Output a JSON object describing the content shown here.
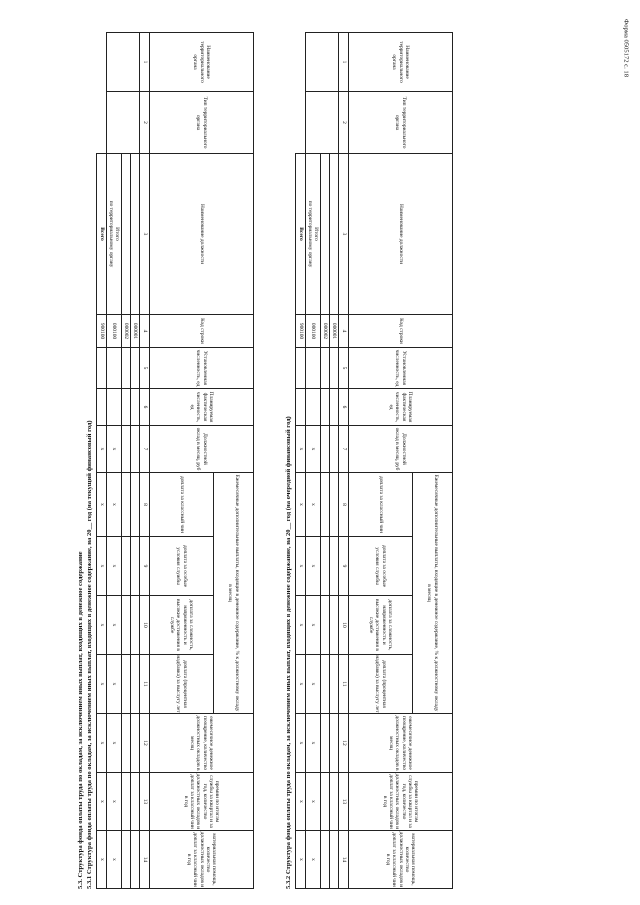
{
  "form_label": "Форма 0505172 с. 18",
  "section_5_3_title": "5.3. Структура фонда оплаты труда по окладам, за исключением иных выплат, входящих в денежное содержание",
  "section_5_3_1_title": "5.3.1 Структура фонда оплаты труда по окладам, за исключением иных выплат, входящих в денежное содержание, на 20__ год (на текущий финансовый год)",
  "section_5_3_2_title": "5.3.2 Структура фонда оплаты труда по окладам, за исключением иных выплат, входящих в денежное содержание, на 20__ год (на очередной финансовый год)",
  "headers": {
    "col1": "Наименование территориального органа",
    "col2": "Тип территориального органа",
    "col3": "Наименование должности",
    "col4": "Код строки",
    "col5": "Установленная численность, ед",
    "col6": "Планируемая фактическая численность, ед",
    "col7": "Должностной оклад в месяц, руб",
    "monthly_group": "Ежемесячные дополнительные выплаты, входящие в денежное содержание, % к должностному окладу в месяц",
    "col8": "доплата за классный чин",
    "col9": "доплата за особые условия службы",
    "col10": "доплата за сложность, напряженность и высокие достижения в службе",
    "col11": "доплата (процентная надбавка) за выслугу лет",
    "col12": "ежемесячное денежное поощрение, количество должностных окладов в месяц",
    "col13": "премии по итогам службы за квартал и за год, количество должностных окладов и доплат за классный чин в год",
    "col14": "материальная помощь, количество должностных окладов и доплат за классный чин в год"
  },
  "col_numbers": [
    "1",
    "2",
    "3",
    "4",
    "5",
    "6",
    "7",
    "8",
    "9",
    "10",
    "11",
    "12",
    "13",
    "14"
  ],
  "codes": [
    "000001",
    "000002",
    "000100",
    "900100"
  ],
  "totals": {
    "itogo": "Итого",
    "by_org": "по территориальному органу",
    "vsego": "Всего"
  },
  "mark_x": "x"
}
